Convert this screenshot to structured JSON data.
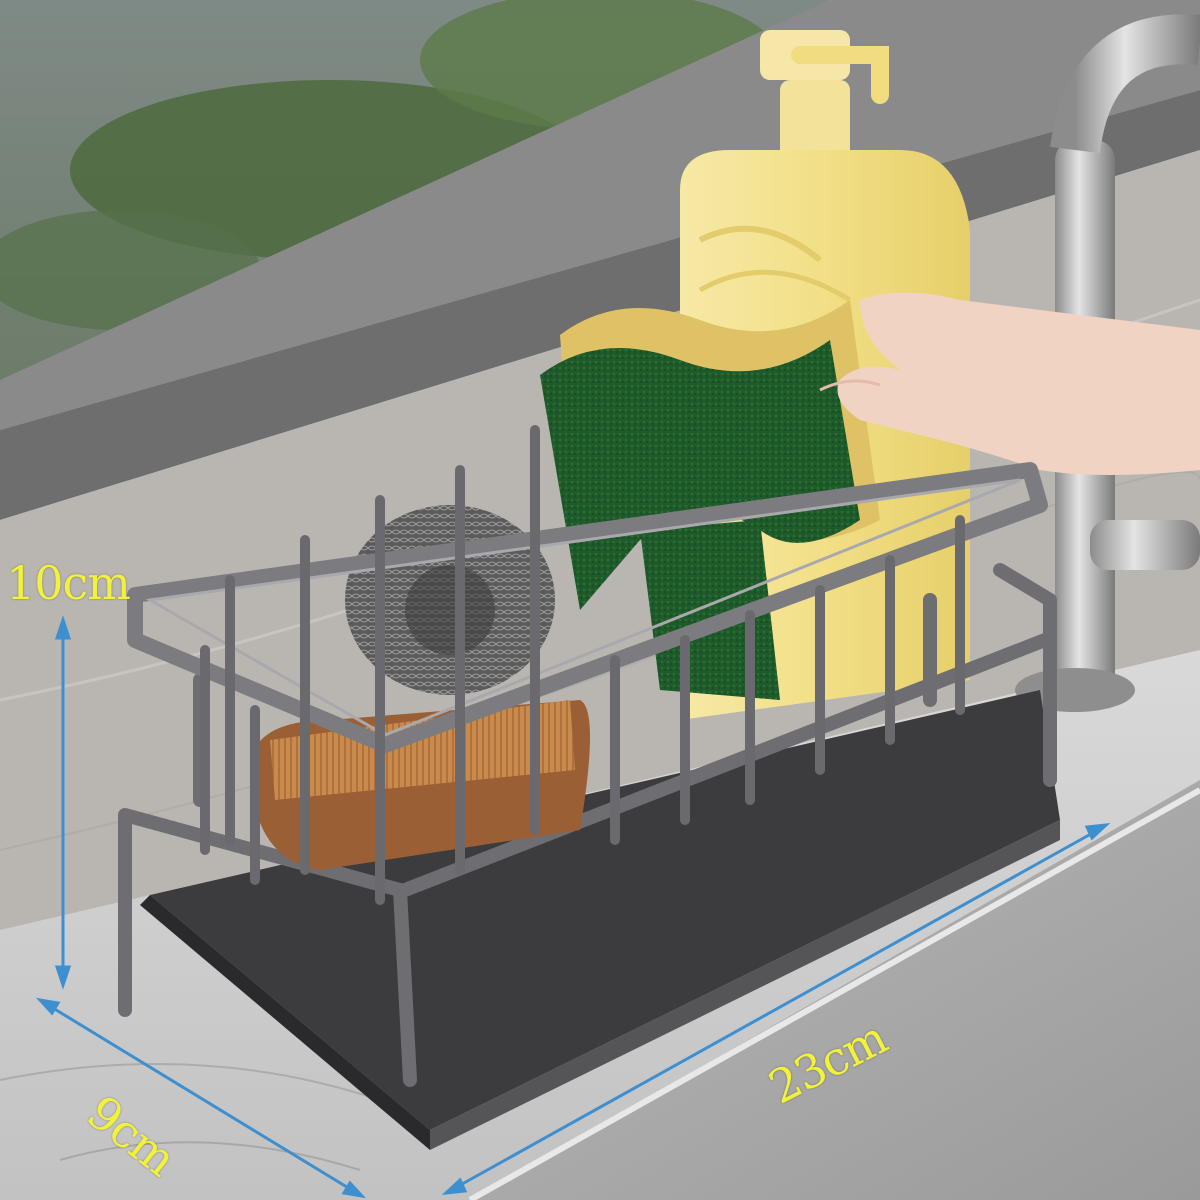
{
  "dimensions": {
    "height_label": "10cm",
    "depth_label": "9cm",
    "width_label": "23cm"
  },
  "colors": {
    "label_text": "#f2f23a",
    "dimension_line": "#3e8fd0",
    "rack_metal": "#6f6f72",
    "tray": "#3a3a3c",
    "sponge_green": "#1f5a2a",
    "sponge_yellow": "#e2c46a",
    "bottle": "#f2e08a",
    "brush_wood": "#a0643a"
  }
}
